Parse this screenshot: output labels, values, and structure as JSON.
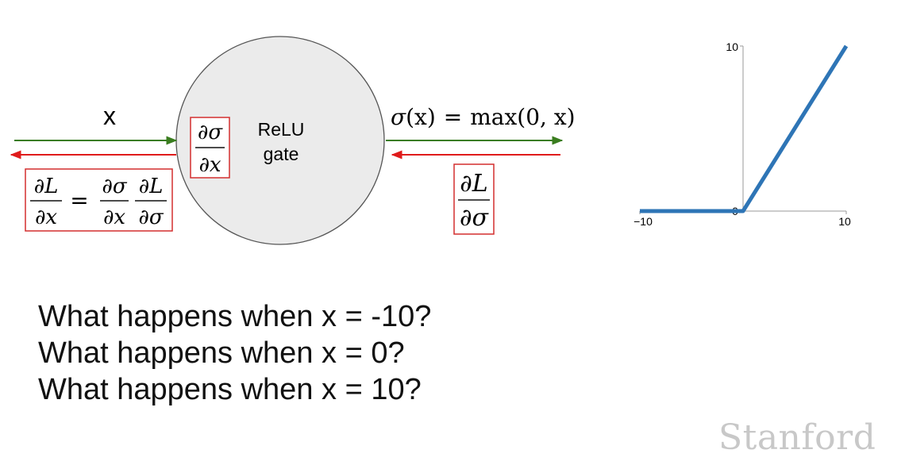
{
  "gate": {
    "name_line1": "ReLU",
    "name_line2": "gate"
  },
  "input_label": "x",
  "function_label": {
    "sigma": "σ",
    "arg": "(x)",
    "eq": "=",
    "max": "max",
    "args": "(0, x)"
  },
  "local_gradient": {
    "num": "∂σ",
    "den": "∂x"
  },
  "downstream_gradient": {
    "lhs_num": "∂L",
    "lhs_den": "∂x",
    "eq": "=",
    "t1_num": "∂σ",
    "t1_den": "∂x",
    "t2_num": "∂L",
    "t2_den": "∂σ"
  },
  "upstream_gradient": {
    "num": "∂L",
    "den": "∂σ"
  },
  "plot": {
    "tick_x_min": "−10",
    "tick_x_max": "10",
    "tick_y_max": "10",
    "tick_origin": "0",
    "line_color": "#2e75b6"
  },
  "chart_data": {
    "type": "line",
    "x": [
      -10,
      0,
      10
    ],
    "y": [
      0,
      0,
      10
    ],
    "xlim": [
      -10,
      10
    ],
    "ylim": [
      0,
      10
    ],
    "xticks": [
      "−10",
      "10"
    ],
    "yticks": [
      "10"
    ]
  },
  "questions": [
    "What happens when x = -10?",
    "What happens when x = 0?",
    "What happens when x = 10?"
  ],
  "logo": "Stanford",
  "colors": {
    "forward": "#3a7d1f",
    "backward": "#e01b1b",
    "box": "#d32f2f",
    "gate_fill": "#ebebeb"
  }
}
